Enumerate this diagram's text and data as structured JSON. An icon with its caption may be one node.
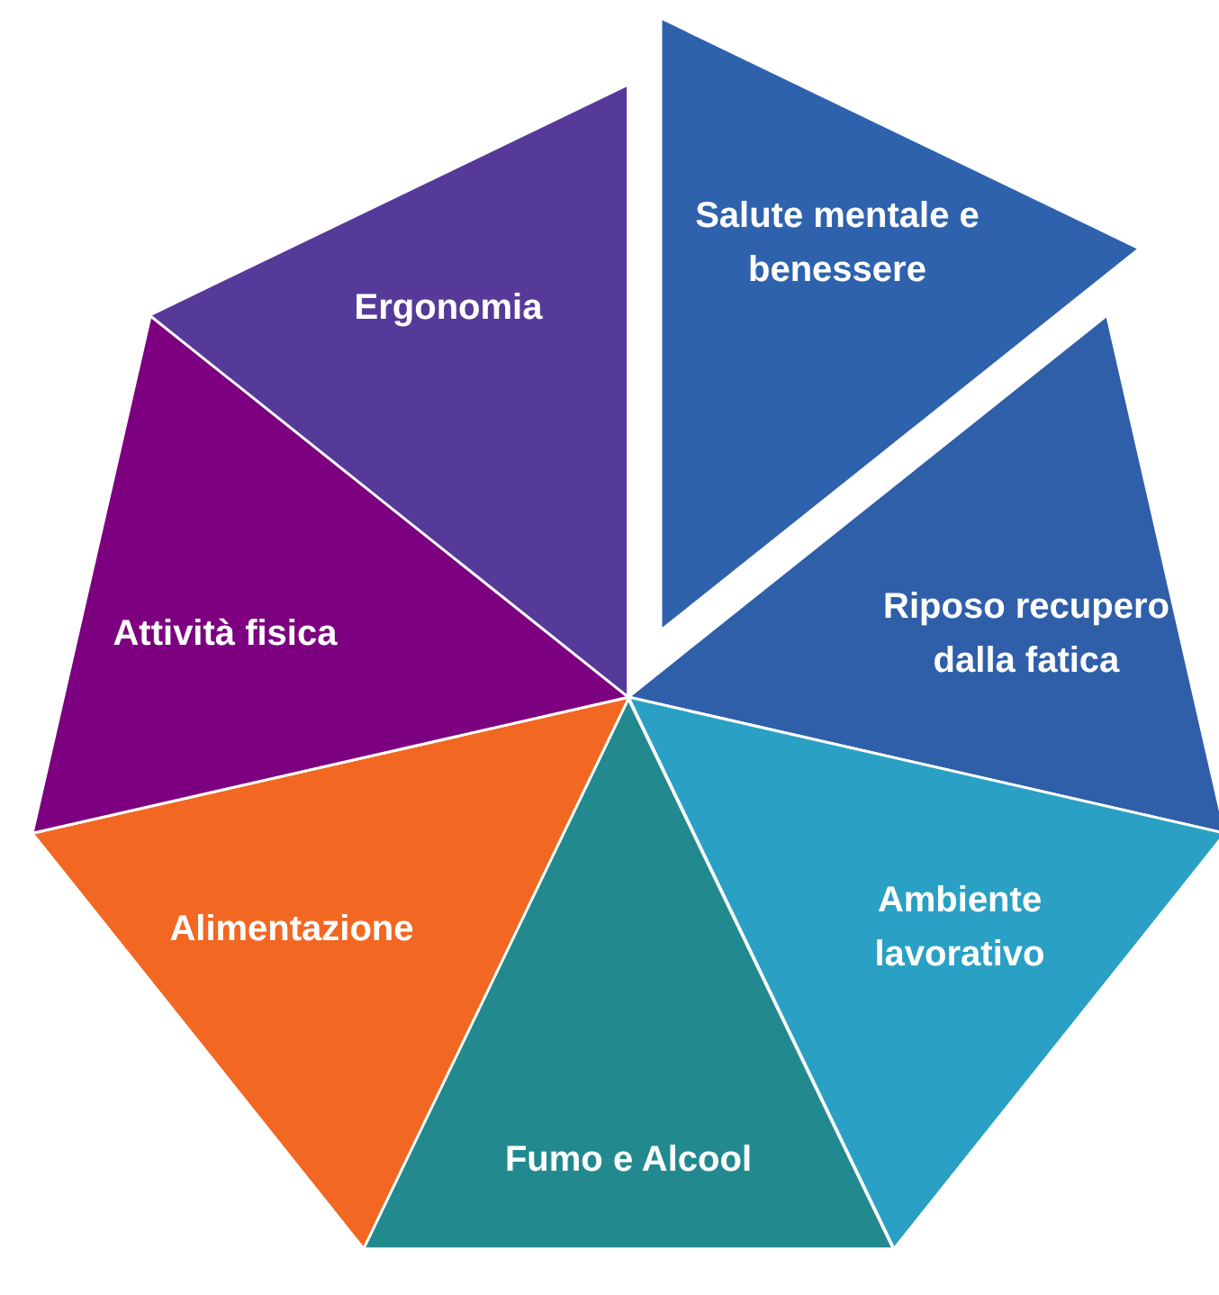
{
  "diagram": {
    "nodes": [
      {
        "text": [
          "Salute mentale e benessere"
        ]
      },
      {
        "text": [
          "Riposo recupero dalla fatica"
        ]
      },
      {
        "text": [
          "Ambiente lavorativo"
        ]
      },
      {
        "text": [
          "Fumo e Alcool"
        ]
      },
      {
        "text": [
          "Alimentazione"
        ]
      },
      {
        "text": [
          "Attività fisica"
        ]
      },
      {
        "text": [
          "Ergonomia"
        ]
      }
    ]
  }
}
